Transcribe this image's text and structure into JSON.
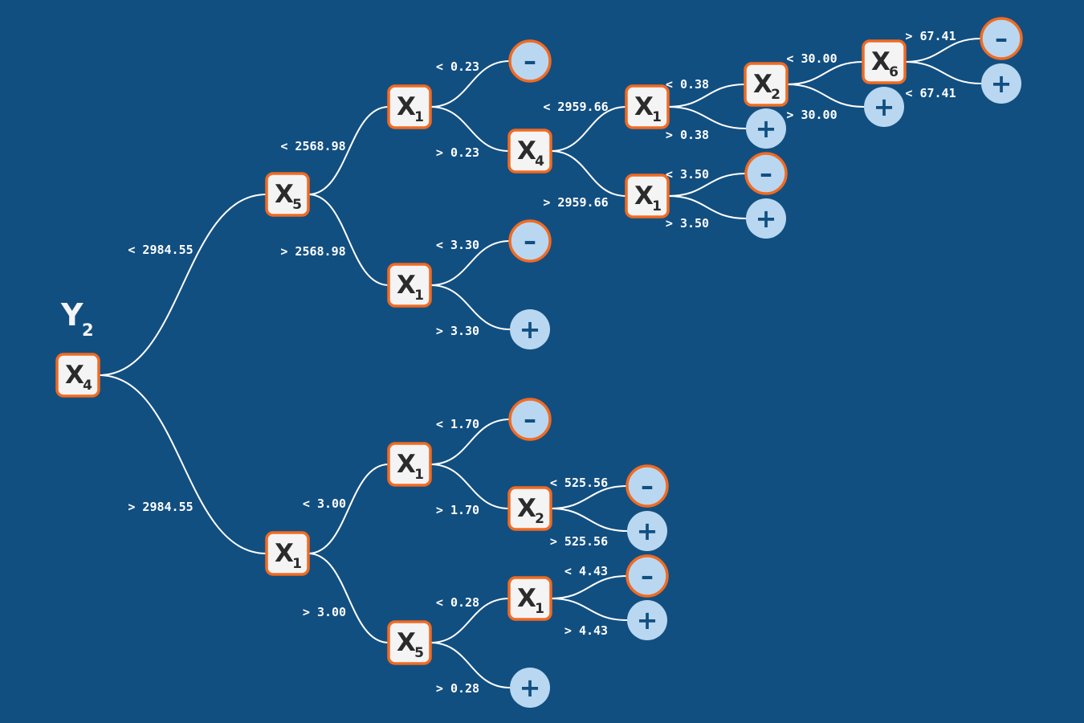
{
  "target": {
    "var": "Y",
    "sub": "2"
  },
  "nodes": [
    {
      "id": "root",
      "var": "X",
      "sub": "4"
    },
    {
      "id": "n5a",
      "var": "X",
      "sub": "5"
    },
    {
      "id": "n1a",
      "var": "X",
      "sub": "1"
    },
    {
      "id": "n4a",
      "var": "X",
      "sub": "4"
    },
    {
      "id": "n1b",
      "var": "X",
      "sub": "1"
    },
    {
      "id": "n2a",
      "var": "X",
      "sub": "2"
    },
    {
      "id": "n6a",
      "var": "X",
      "sub": "6"
    },
    {
      "id": "n1c",
      "var": "X",
      "sub": "1"
    },
    {
      "id": "n1d",
      "var": "X",
      "sub": "1"
    },
    {
      "id": "n1e",
      "var": "X",
      "sub": "1"
    },
    {
      "id": "n1f",
      "var": "X",
      "sub": "1"
    },
    {
      "id": "n2b",
      "var": "X",
      "sub": "2"
    },
    {
      "id": "n5b",
      "var": "X",
      "sub": "5"
    },
    {
      "id": "n1g",
      "var": "X",
      "sub": "1"
    }
  ],
  "leaves": [
    {
      "id": "L1",
      "sign": "–"
    },
    {
      "id": "L2",
      "sign": "+"
    },
    {
      "id": "L3",
      "sign": "+"
    },
    {
      "id": "L4",
      "sign": "+"
    },
    {
      "id": "L5",
      "sign": "–"
    },
    {
      "id": "L6",
      "sign": "+"
    },
    {
      "id": "L7",
      "sign": "–"
    },
    {
      "id": "L8",
      "sign": "–"
    },
    {
      "id": "L9",
      "sign": "+"
    },
    {
      "id": "L10",
      "sign": "–"
    },
    {
      "id": "L11",
      "sign": "–"
    },
    {
      "id": "L12",
      "sign": "+"
    },
    {
      "id": "L13",
      "sign": "–"
    },
    {
      "id": "L14",
      "sign": "+"
    },
    {
      "id": "L15",
      "sign": "+"
    }
  ],
  "edges": [
    {
      "from": "root",
      "to": "n5a",
      "label": "< 2984.55"
    },
    {
      "from": "root",
      "to": "n1f",
      "label": "> 2984.55"
    },
    {
      "from": "n5a",
      "to": "n1a",
      "label": "< 2568.98"
    },
    {
      "from": "n5a",
      "to": "n1e",
      "label": "> 2568.98"
    },
    {
      "from": "n1a",
      "to": "L7",
      "label": "< 0.23"
    },
    {
      "from": "n1a",
      "to": "n4a",
      "label": "> 0.23"
    },
    {
      "from": "n4a",
      "to": "n1b",
      "label": "< 2959.66"
    },
    {
      "from": "n4a",
      "to": "n1d",
      "label": "> 2959.66"
    },
    {
      "from": "n1b",
      "to": "n2a",
      "label": "< 0.38"
    },
    {
      "from": "n1b",
      "to": "L4",
      "label": "> 0.38"
    },
    {
      "from": "n2a",
      "to": "n6a",
      "label": "< 30.00"
    },
    {
      "from": "n2a",
      "to": "L3",
      "label": "> 30.00"
    },
    {
      "from": "n6a",
      "to": "L1",
      "label": "> 67.41"
    },
    {
      "from": "n6a",
      "to": "L2",
      "label": "< 67.41"
    },
    {
      "from": "n1d",
      "to": "L5",
      "label": "< 3.50"
    },
    {
      "from": "n1d",
      "to": "L6",
      "label": "> 3.50"
    },
    {
      "from": "n1e",
      "to": "L8",
      "label": "< 3.30"
    },
    {
      "from": "n1e",
      "to": "L9",
      "label": "> 3.30"
    },
    {
      "from": "n1f",
      "to": "n1c",
      "label": "< 3.00"
    },
    {
      "from": "n1f",
      "to": "n5b",
      "label": "> 3.00"
    },
    {
      "from": "n1c",
      "to": "L10",
      "label": "< 1.70"
    },
    {
      "from": "n1c",
      "to": "n2b",
      "label": "> 1.70"
    },
    {
      "from": "n2b",
      "to": "L11",
      "label": "< 525.56"
    },
    {
      "from": "n2b",
      "to": "L12",
      "label": "> 525.56"
    },
    {
      "from": "n5b",
      "to": "n1g",
      "label": "< 0.28"
    },
    {
      "from": "n5b",
      "to": "L15",
      "label": "> 0.28"
    },
    {
      "from": "n1g",
      "to": "L13",
      "label": "< 4.43"
    },
    {
      "from": "n1g",
      "to": "L14",
      "label": "> 4.43"
    }
  ]
}
